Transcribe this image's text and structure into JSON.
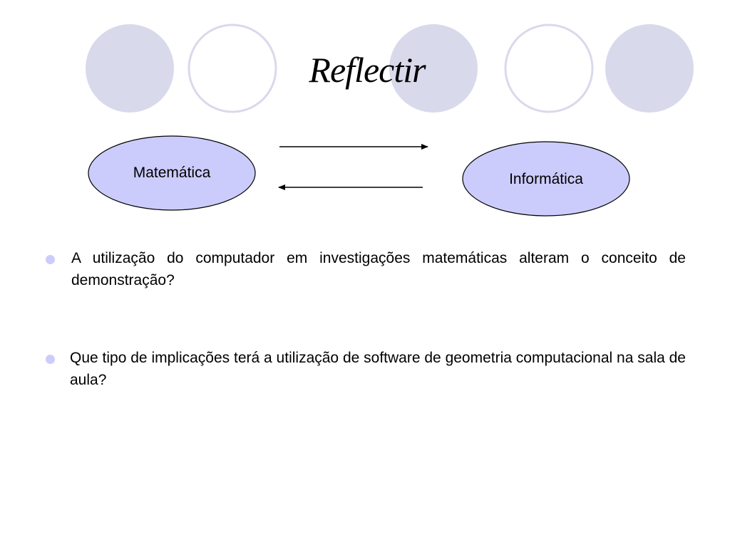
{
  "slide": {
    "title": "Reflectir",
    "diagram": {
      "left_node": "Matemática",
      "right_node": "Informática"
    },
    "bullets": [
      {
        "text": "A utilização do computador em investigações matemáticas alteram o conceito de demonstração?"
      },
      {
        "text": "Que tipo de implicações terá a utilização de software de geometria computacional na sala de aula?"
      }
    ]
  },
  "colors": {
    "circle_fill": "#d9d9ec",
    "circle_outline": "#d9d9ec",
    "node_fill": "#ccccfc",
    "node_stroke": "#000000",
    "bullet": "#ccccfc",
    "arrow": "#000000"
  }
}
